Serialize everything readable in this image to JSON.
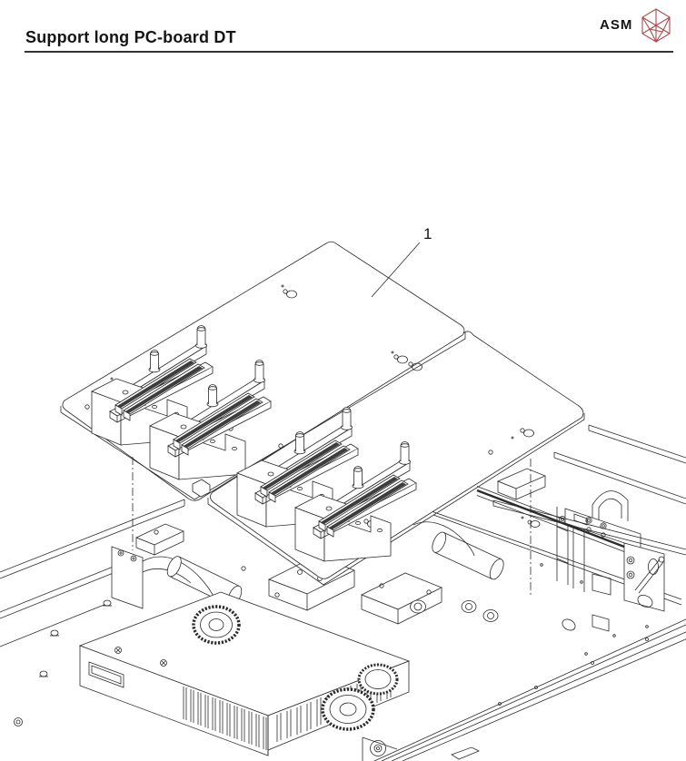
{
  "header": {
    "title": "Support long PC-board DT",
    "brand": "ASM"
  },
  "figure": {
    "callout": {
      "label": "1"
    }
  },
  "colors": {
    "line": "#2b2b2b",
    "rule": "#333333",
    "logo_red": "#a84b4d",
    "text": "#141414",
    "background": "#ffffff"
  }
}
